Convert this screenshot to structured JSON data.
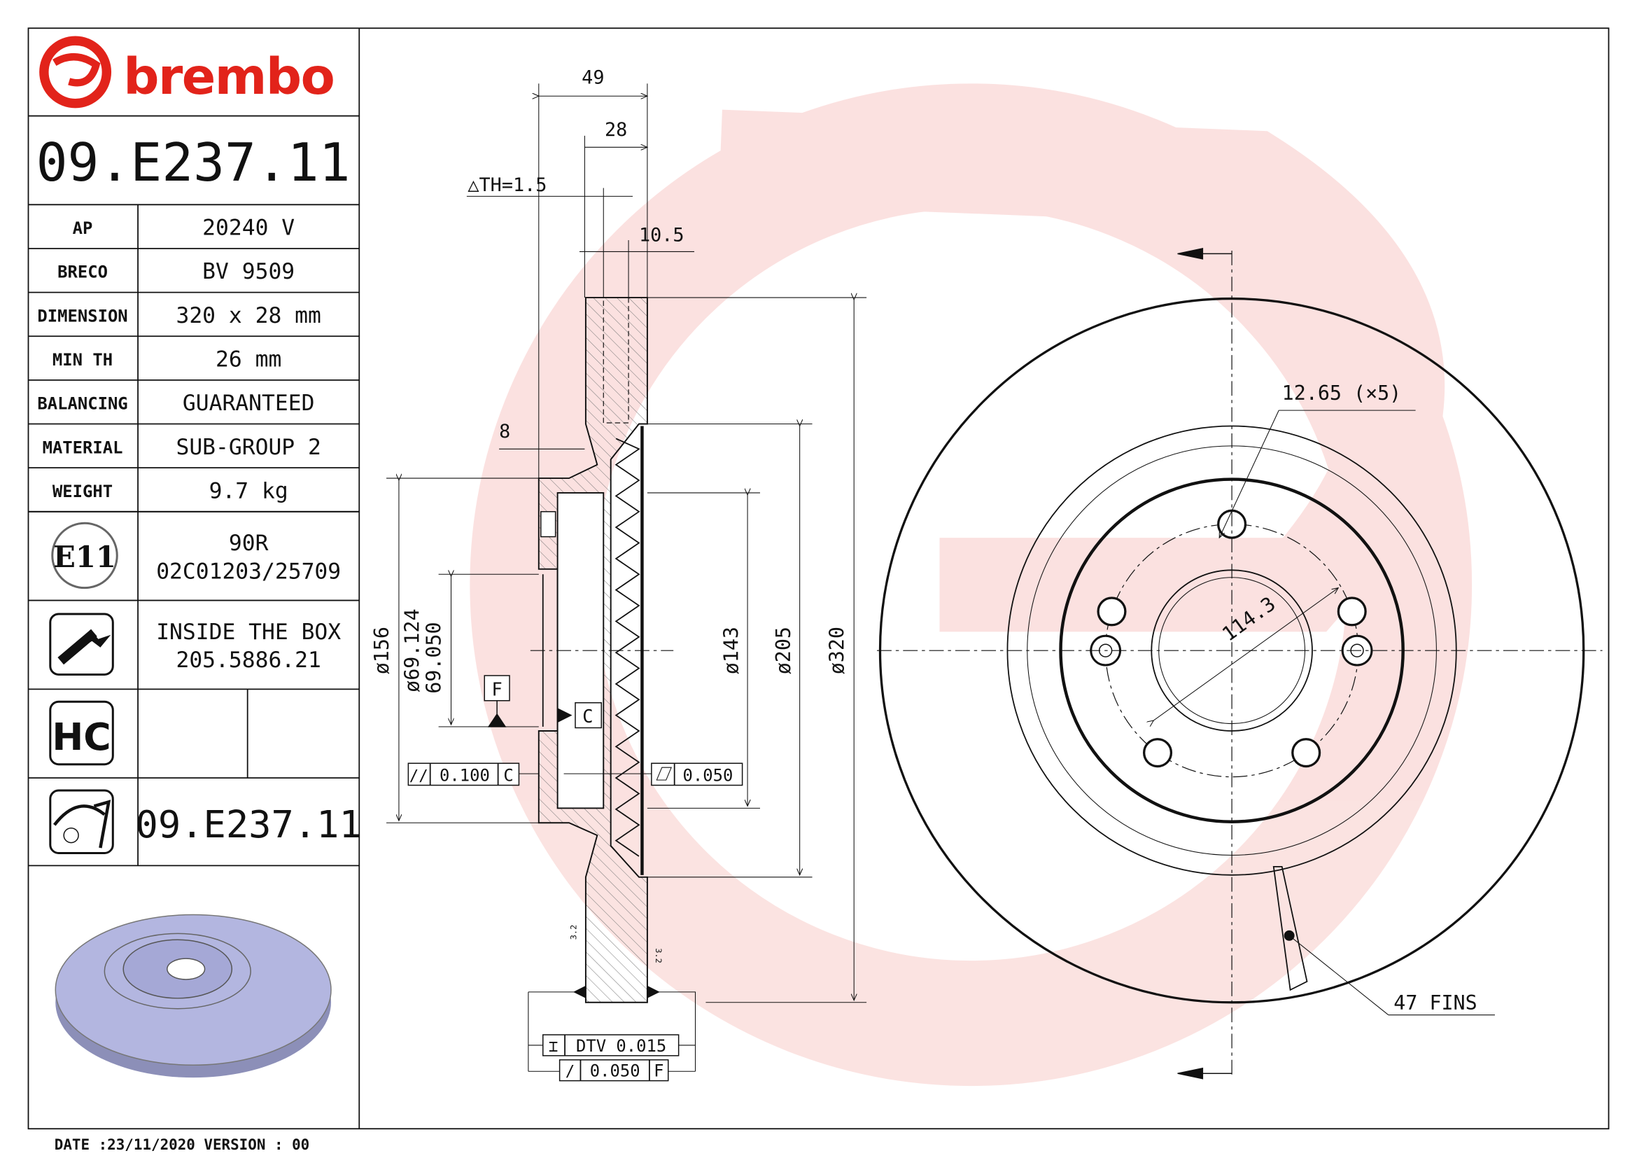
{
  "brand": {
    "name": "brembo",
    "color": "#e2231a"
  },
  "part_number": "09.E237.11",
  "specs": [
    {
      "label": "AP",
      "value": "20240 V"
    },
    {
      "label": "BRECO",
      "value": "BV 9509"
    },
    {
      "label": "DIMENSION",
      "value": "320 x 28 mm"
    },
    {
      "label": "MIN TH",
      "value": "26 mm"
    },
    {
      "label": "BALANCING",
      "value": "GUARANTEED"
    },
    {
      "label": "MATERIAL",
      "value": "SUB-GROUP 2"
    },
    {
      "label": "WEIGHT",
      "value": "9.7 kg"
    }
  ],
  "approval": {
    "badge": "E11",
    "line1": "90R",
    "line2": "02C01203/25709"
  },
  "inside_box": {
    "icon": "screw-icon",
    "line1": "INSIDE THE BOX",
    "line2": "205.5886.21"
  },
  "hc": {
    "badge": "HC"
  },
  "disc_row": {
    "icon": "disc-caliper-icon",
    "part_number": "09.E237.11"
  },
  "footer": "DATE :23/11/2020 VERSION : 00",
  "section_dims": {
    "overall_width": "49",
    "thickness": "28",
    "delta_th": "△TH=1.5",
    "inner_width": "10.5",
    "hub_offset": "8",
    "d156": "ø156",
    "d69a": "ø69.124",
    "d69b": "69.050",
    "d143": "ø143",
    "d205": "ø205",
    "d320": "ø320",
    "datum_f": "F",
    "datum_c": "C",
    "parallelism": "0.100",
    "parallelism_ref": "C",
    "flatness": "0.050",
    "dtv": "DTV 0.015",
    "runout": "0.050",
    "runout_ref": "F",
    "roughness": "3.2"
  },
  "front_dims": {
    "holes": "12.65 (×5)",
    "pcd": "114.3",
    "fins": "47 FINS"
  }
}
